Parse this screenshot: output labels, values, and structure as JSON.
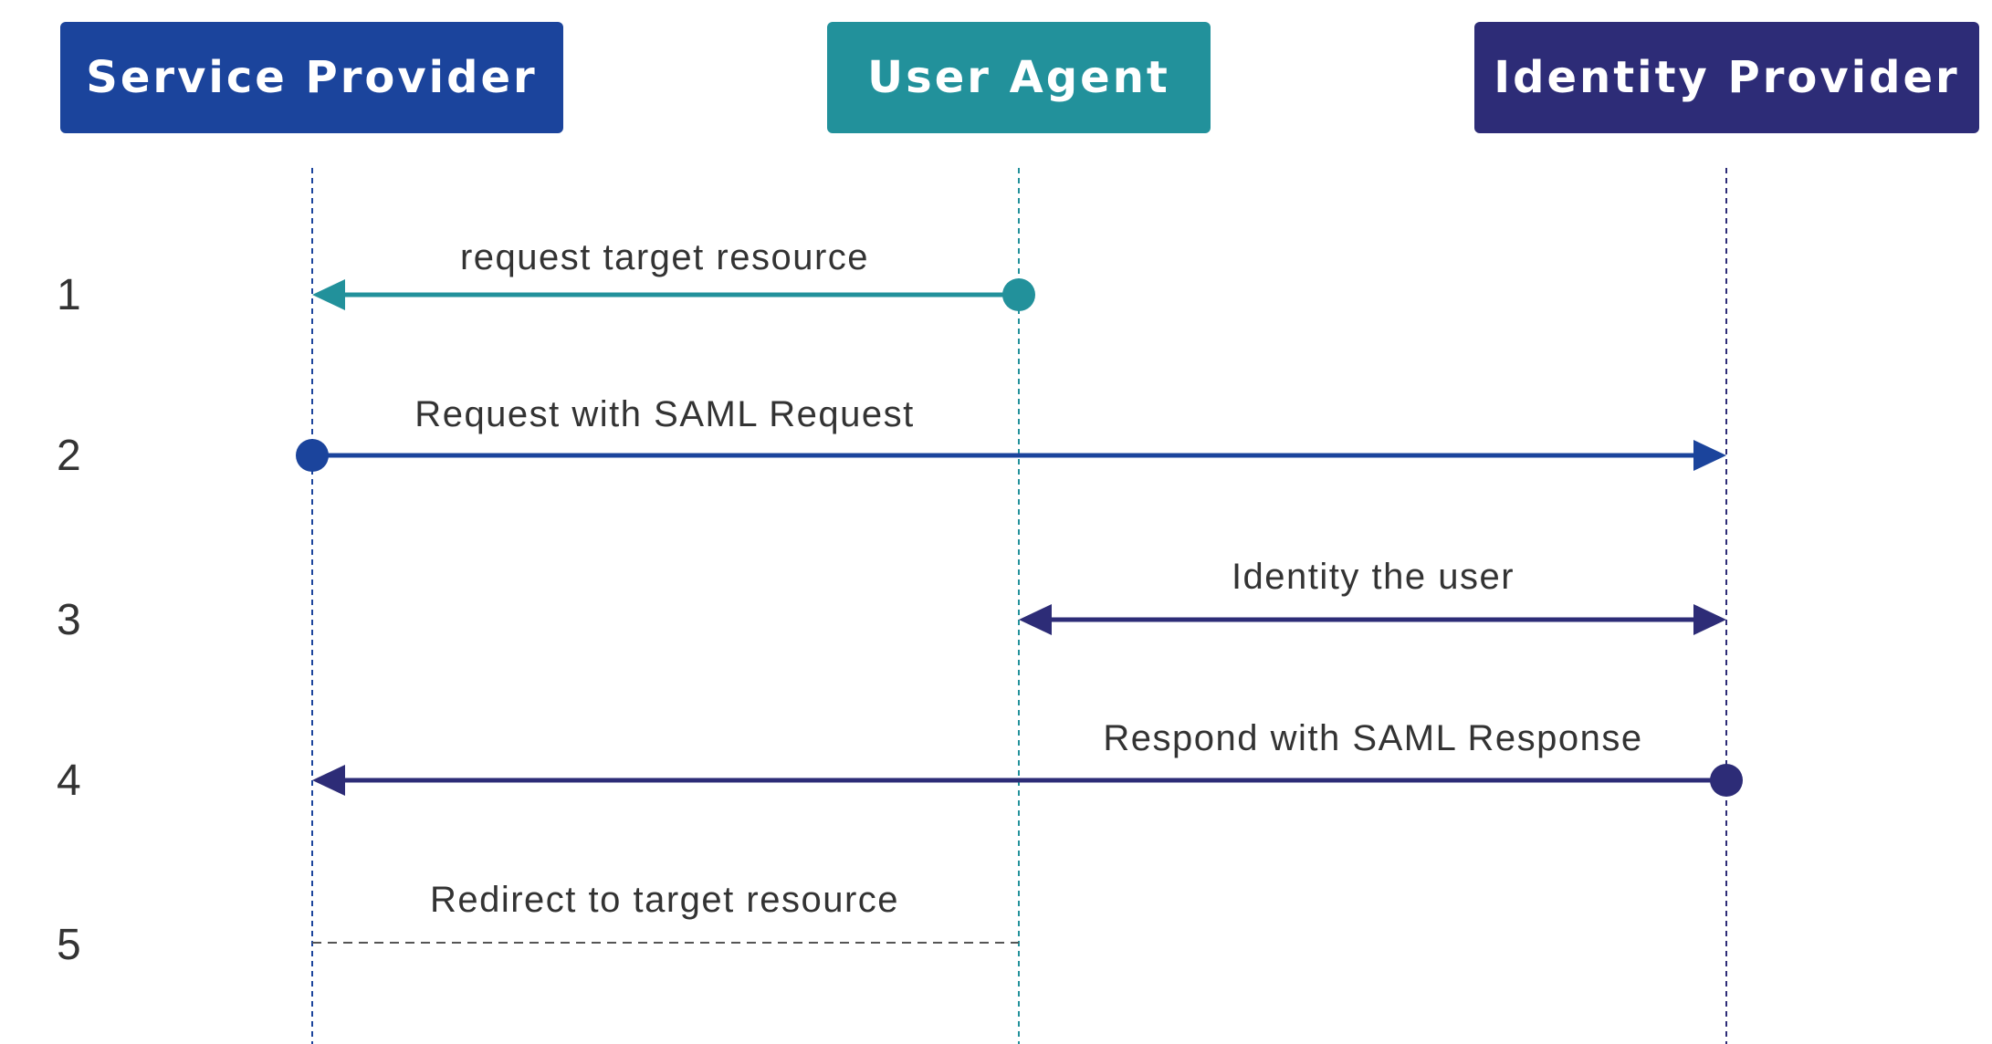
{
  "actors": [
    {
      "name": "Service Provider",
      "color": "#1b449c"
    },
    {
      "name": "User Agent",
      "color": "#22919b"
    },
    {
      "name": "Identity Provider",
      "color": "#2d2c77"
    }
  ],
  "messages": [
    {
      "step": "1",
      "label": "request target resource",
      "from": "User Agent",
      "to": "Service Provider",
      "style": "solid",
      "start": "dot",
      "end": "arrow",
      "color": "#22919b"
    },
    {
      "step": "2",
      "label": "Request with SAML Request",
      "from": "Service Provider",
      "to": "Identity Provider",
      "style": "solid",
      "start": "dot",
      "end": "arrow",
      "color": "#1b449c"
    },
    {
      "step": "3",
      "label": "Identity the user",
      "from": "User Agent",
      "to": "Identity Provider",
      "style": "solid",
      "start": "arrow",
      "end": "arrow",
      "color": "#2d2c77"
    },
    {
      "step": "4",
      "label": "Respond with SAML Response",
      "from": "Identity Provider",
      "to": "Service Provider",
      "style": "solid",
      "start": "dot",
      "end": "arrow",
      "color": "#2d2c77"
    },
    {
      "step": "5",
      "label": "Redirect to target resource",
      "from": "Service Provider",
      "to": "User Agent",
      "style": "dashed",
      "start": "none",
      "end": "none",
      "color": "#555555"
    }
  ]
}
